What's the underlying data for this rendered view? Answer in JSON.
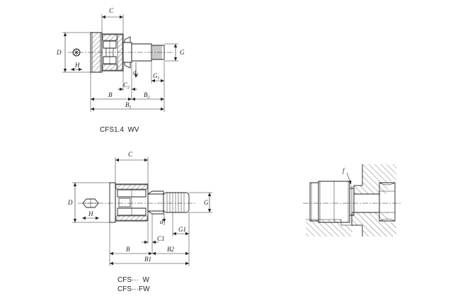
{
  "diagrams": {
    "top": {
      "dims": {
        "C": "C",
        "D": "D",
        "H": "H",
        "G": "G",
        "d": "d",
        "d_sub": "1",
        "G1": "G",
        "G1_sub": "1",
        "C2": "C",
        "C2_sub": "2",
        "B": "B",
        "B2": "B",
        "B2_sub": "2",
        "B1": "B",
        "B1_sub": "1"
      },
      "caption": "CFS1.4  WV"
    },
    "middle": {
      "dims": {
        "C": "C",
        "D": "D",
        "H": "H",
        "G": "G",
        "d": "d",
        "d_sub": "1",
        "G1": "G1",
        "C1": "C1",
        "B": "B",
        "B2": "B2",
        "B1": "B1"
      },
      "caption_lines": [
        "CFS···  W",
        "CFS···FW"
      ]
    },
    "mounting": {
      "dims": {
        "f": "f"
      }
    }
  },
  "colors": {
    "line": "#222222",
    "hatch": "#444444",
    "background": "#ffffff"
  }
}
